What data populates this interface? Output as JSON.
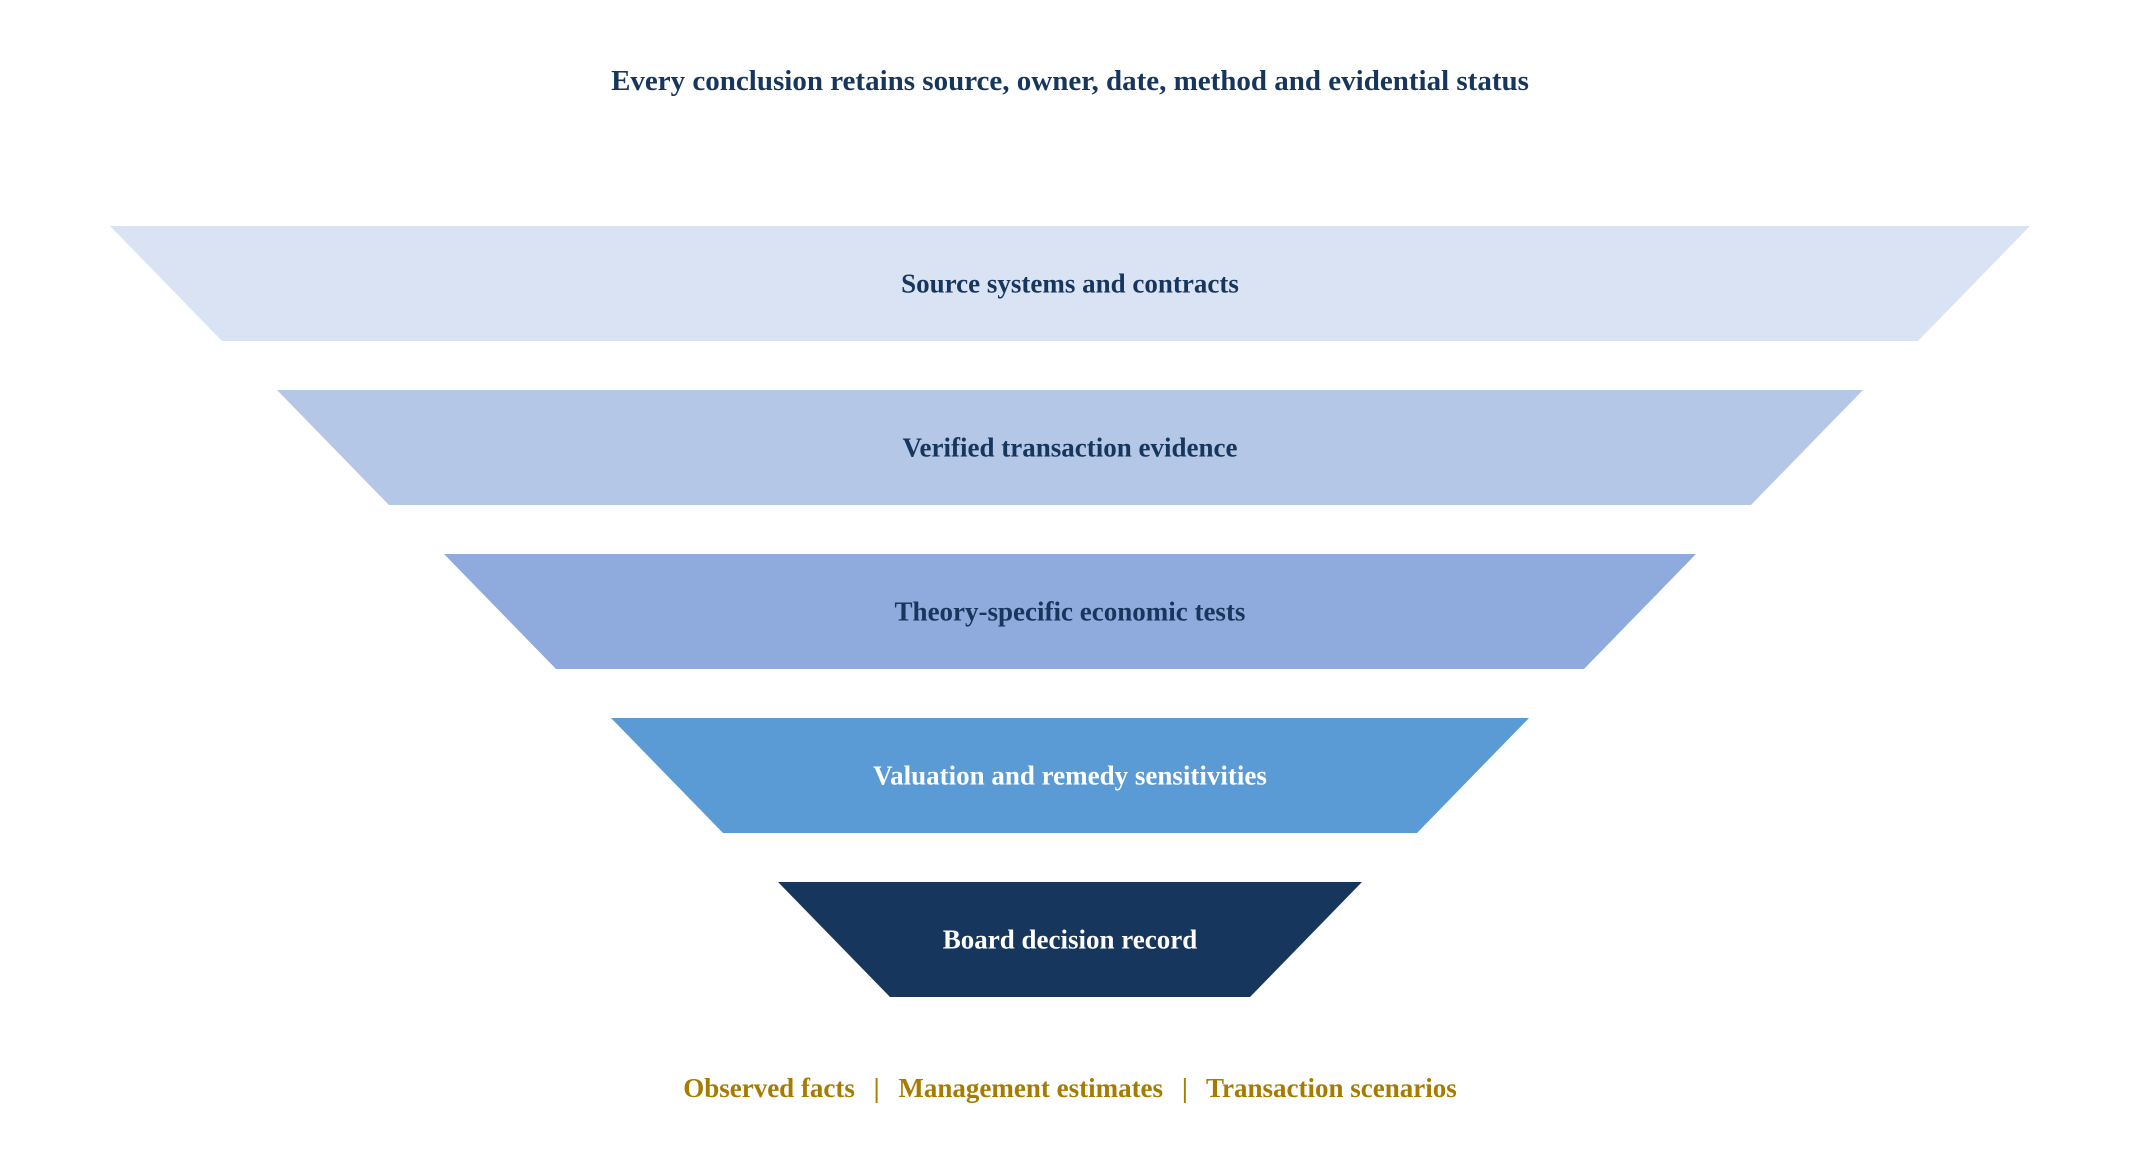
{
  "header": {
    "title": "Every conclusion retains source, owner, date, method and evidential status"
  },
  "funnel": {
    "levels": [
      {
        "label": "Source systems and contracts",
        "fill": "#dae3f4",
        "text_color": "#17365d"
      },
      {
        "label": "Verified transaction evidence",
        "fill": "#b4c7e7",
        "text_color": "#17365d"
      },
      {
        "label": "Theory-specific economic tests",
        "fill": "#8faadc",
        "text_color": "#17365d"
      },
      {
        "label": "Valuation and remedy sensitivities",
        "fill": "#5b9bd5",
        "text_color": "#ffffff"
      },
      {
        "label": "Board decision record",
        "fill": "#17365d",
        "text_color": "#ffffff"
      }
    ]
  },
  "footer": {
    "items": [
      "Observed facts",
      "Management estimates",
      "Transaction scenarios"
    ],
    "separator": "|",
    "color": "#a67c00"
  },
  "colors": {
    "title": "#17365d"
  }
}
